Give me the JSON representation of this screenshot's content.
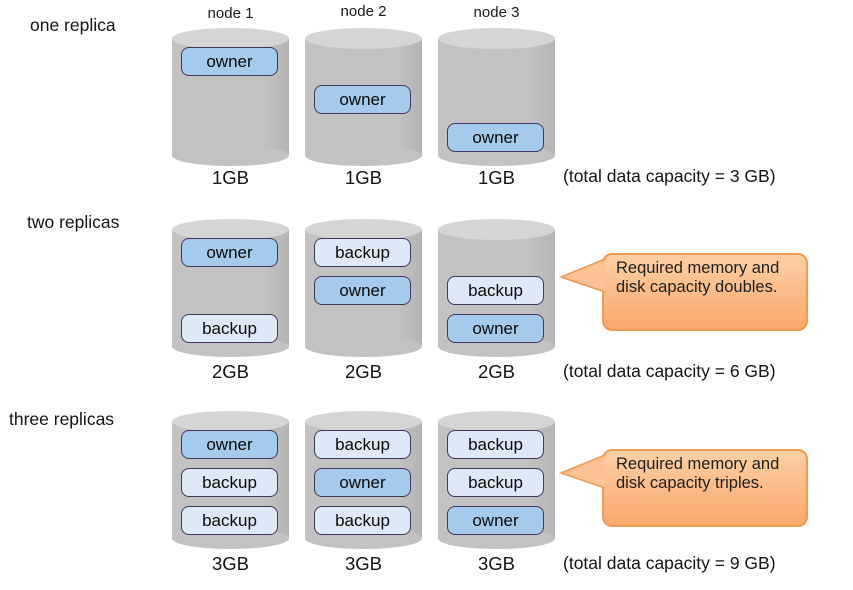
{
  "diagram": {
    "node_headers": [
      "node 1",
      "node 2",
      "node 3"
    ],
    "rows": [
      {
        "label": "one replica",
        "total": "(total data capacity = 3 GB)",
        "nodes": [
          {
            "capacity": "1GB",
            "items": [
              {
                "type": "owner",
                "label": "owner",
                "slot": 0
              }
            ]
          },
          {
            "capacity": "1GB",
            "items": [
              {
                "type": "owner",
                "label": "owner",
                "slot": 1
              }
            ]
          },
          {
            "capacity": "1GB",
            "items": [
              {
                "type": "owner",
                "label": "owner",
                "slot": 2
              }
            ]
          }
        ]
      },
      {
        "label": "two replicas",
        "total": "(total data capacity = 6 GB)",
        "callout": "Required memory and disk capacity doubles.",
        "nodes": [
          {
            "capacity": "2GB",
            "items": [
              {
                "type": "owner",
                "label": "owner",
                "slot": 0
              },
              {
                "type": "backup",
                "label": "backup",
                "slot": 2
              }
            ]
          },
          {
            "capacity": "2GB",
            "items": [
              {
                "type": "backup",
                "label": "backup",
                "slot": 0
              },
              {
                "type": "owner",
                "label": "owner",
                "slot": 1
              }
            ]
          },
          {
            "capacity": "2GB",
            "items": [
              {
                "type": "backup",
                "label": "backup",
                "slot": 1
              },
              {
                "type": "owner",
                "label": "owner",
                "slot": 2
              }
            ]
          }
        ]
      },
      {
        "label": "three replicas",
        "total": "(total data capacity = 9 GB)",
        "callout": "Required memory and disk capacity triples.",
        "nodes": [
          {
            "capacity": "3GB",
            "items": [
              {
                "type": "owner",
                "label": "owner",
                "slot": 0
              },
              {
                "type": "backup",
                "label": "backup",
                "slot": 1
              },
              {
                "type": "backup",
                "label": "backup",
                "slot": 2
              }
            ]
          },
          {
            "capacity": "3GB",
            "items": [
              {
                "type": "backup",
                "label": "backup",
                "slot": 0
              },
              {
                "type": "owner",
                "label": "owner",
                "slot": 1
              },
              {
                "type": "backup",
                "label": "backup",
                "slot": 2
              }
            ]
          },
          {
            "capacity": "3GB",
            "items": [
              {
                "type": "backup",
                "label": "backup",
                "slot": 0
              },
              {
                "type": "backup",
                "label": "backup",
                "slot": 1
              },
              {
                "type": "owner",
                "label": "owner",
                "slot": 2
              }
            ]
          }
        ]
      }
    ],
    "colors": {
      "owner_fill": "#a5cbec",
      "backup_fill": "#dde9f7",
      "box_border": "#43355d",
      "cylinder_body": "#c2c2c2",
      "cylinder_top": "#d5d5d5",
      "callout_border": "#ee9a53"
    }
  }
}
